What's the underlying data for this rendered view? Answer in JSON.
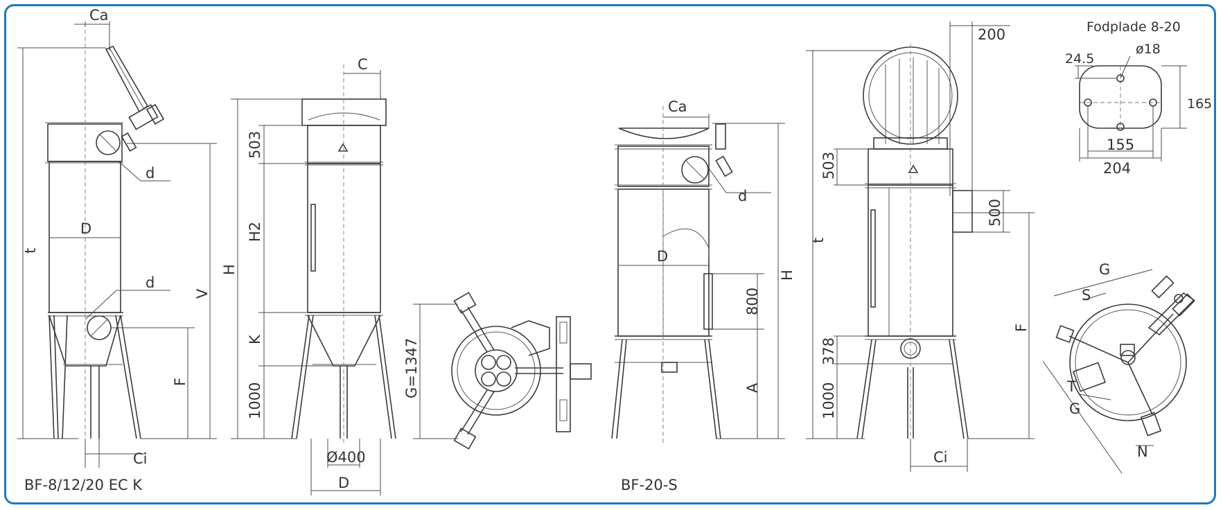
{
  "captions": {
    "left_model": "BF-8/12/20 EC K",
    "right_model": "BF-20-S",
    "footplate_title": "Fodplade 8-20"
  },
  "labels": {
    "ca1": "Ca",
    "d_upper": "d",
    "D1": "D",
    "t1": "t",
    "d_lower": "d",
    "V": "V",
    "F1": "F",
    "Ci1": "Ci",
    "C": "C",
    "dim503a": "503",
    "H2": "H2",
    "H1": "H",
    "K": "K",
    "dim1000a": "1000",
    "dia400": "Ø400",
    "D2": "D",
    "G1347": "G=1347",
    "ca2": "Ca",
    "d3": "d",
    "D3": "D",
    "dim800": "800",
    "A": "A",
    "H3": "H",
    "t2": "t",
    "dim503b": "503",
    "dim200": "200",
    "dim500": "500",
    "F2": "F",
    "dim378": "378",
    "dim1000b": "1000",
    "Ci2": "Ci",
    "fp_245": "24.5",
    "fp_18": "ø18",
    "fp_165": "165",
    "fp_155": "155",
    "fp_204": "204",
    "G_top": "G",
    "S": "S",
    "T": "T",
    "G_bottom": "G",
    "N": "N"
  },
  "colors": {
    "frame": "#1a7abf",
    "line": "#3a3a3a",
    "text": "#333333"
  }
}
